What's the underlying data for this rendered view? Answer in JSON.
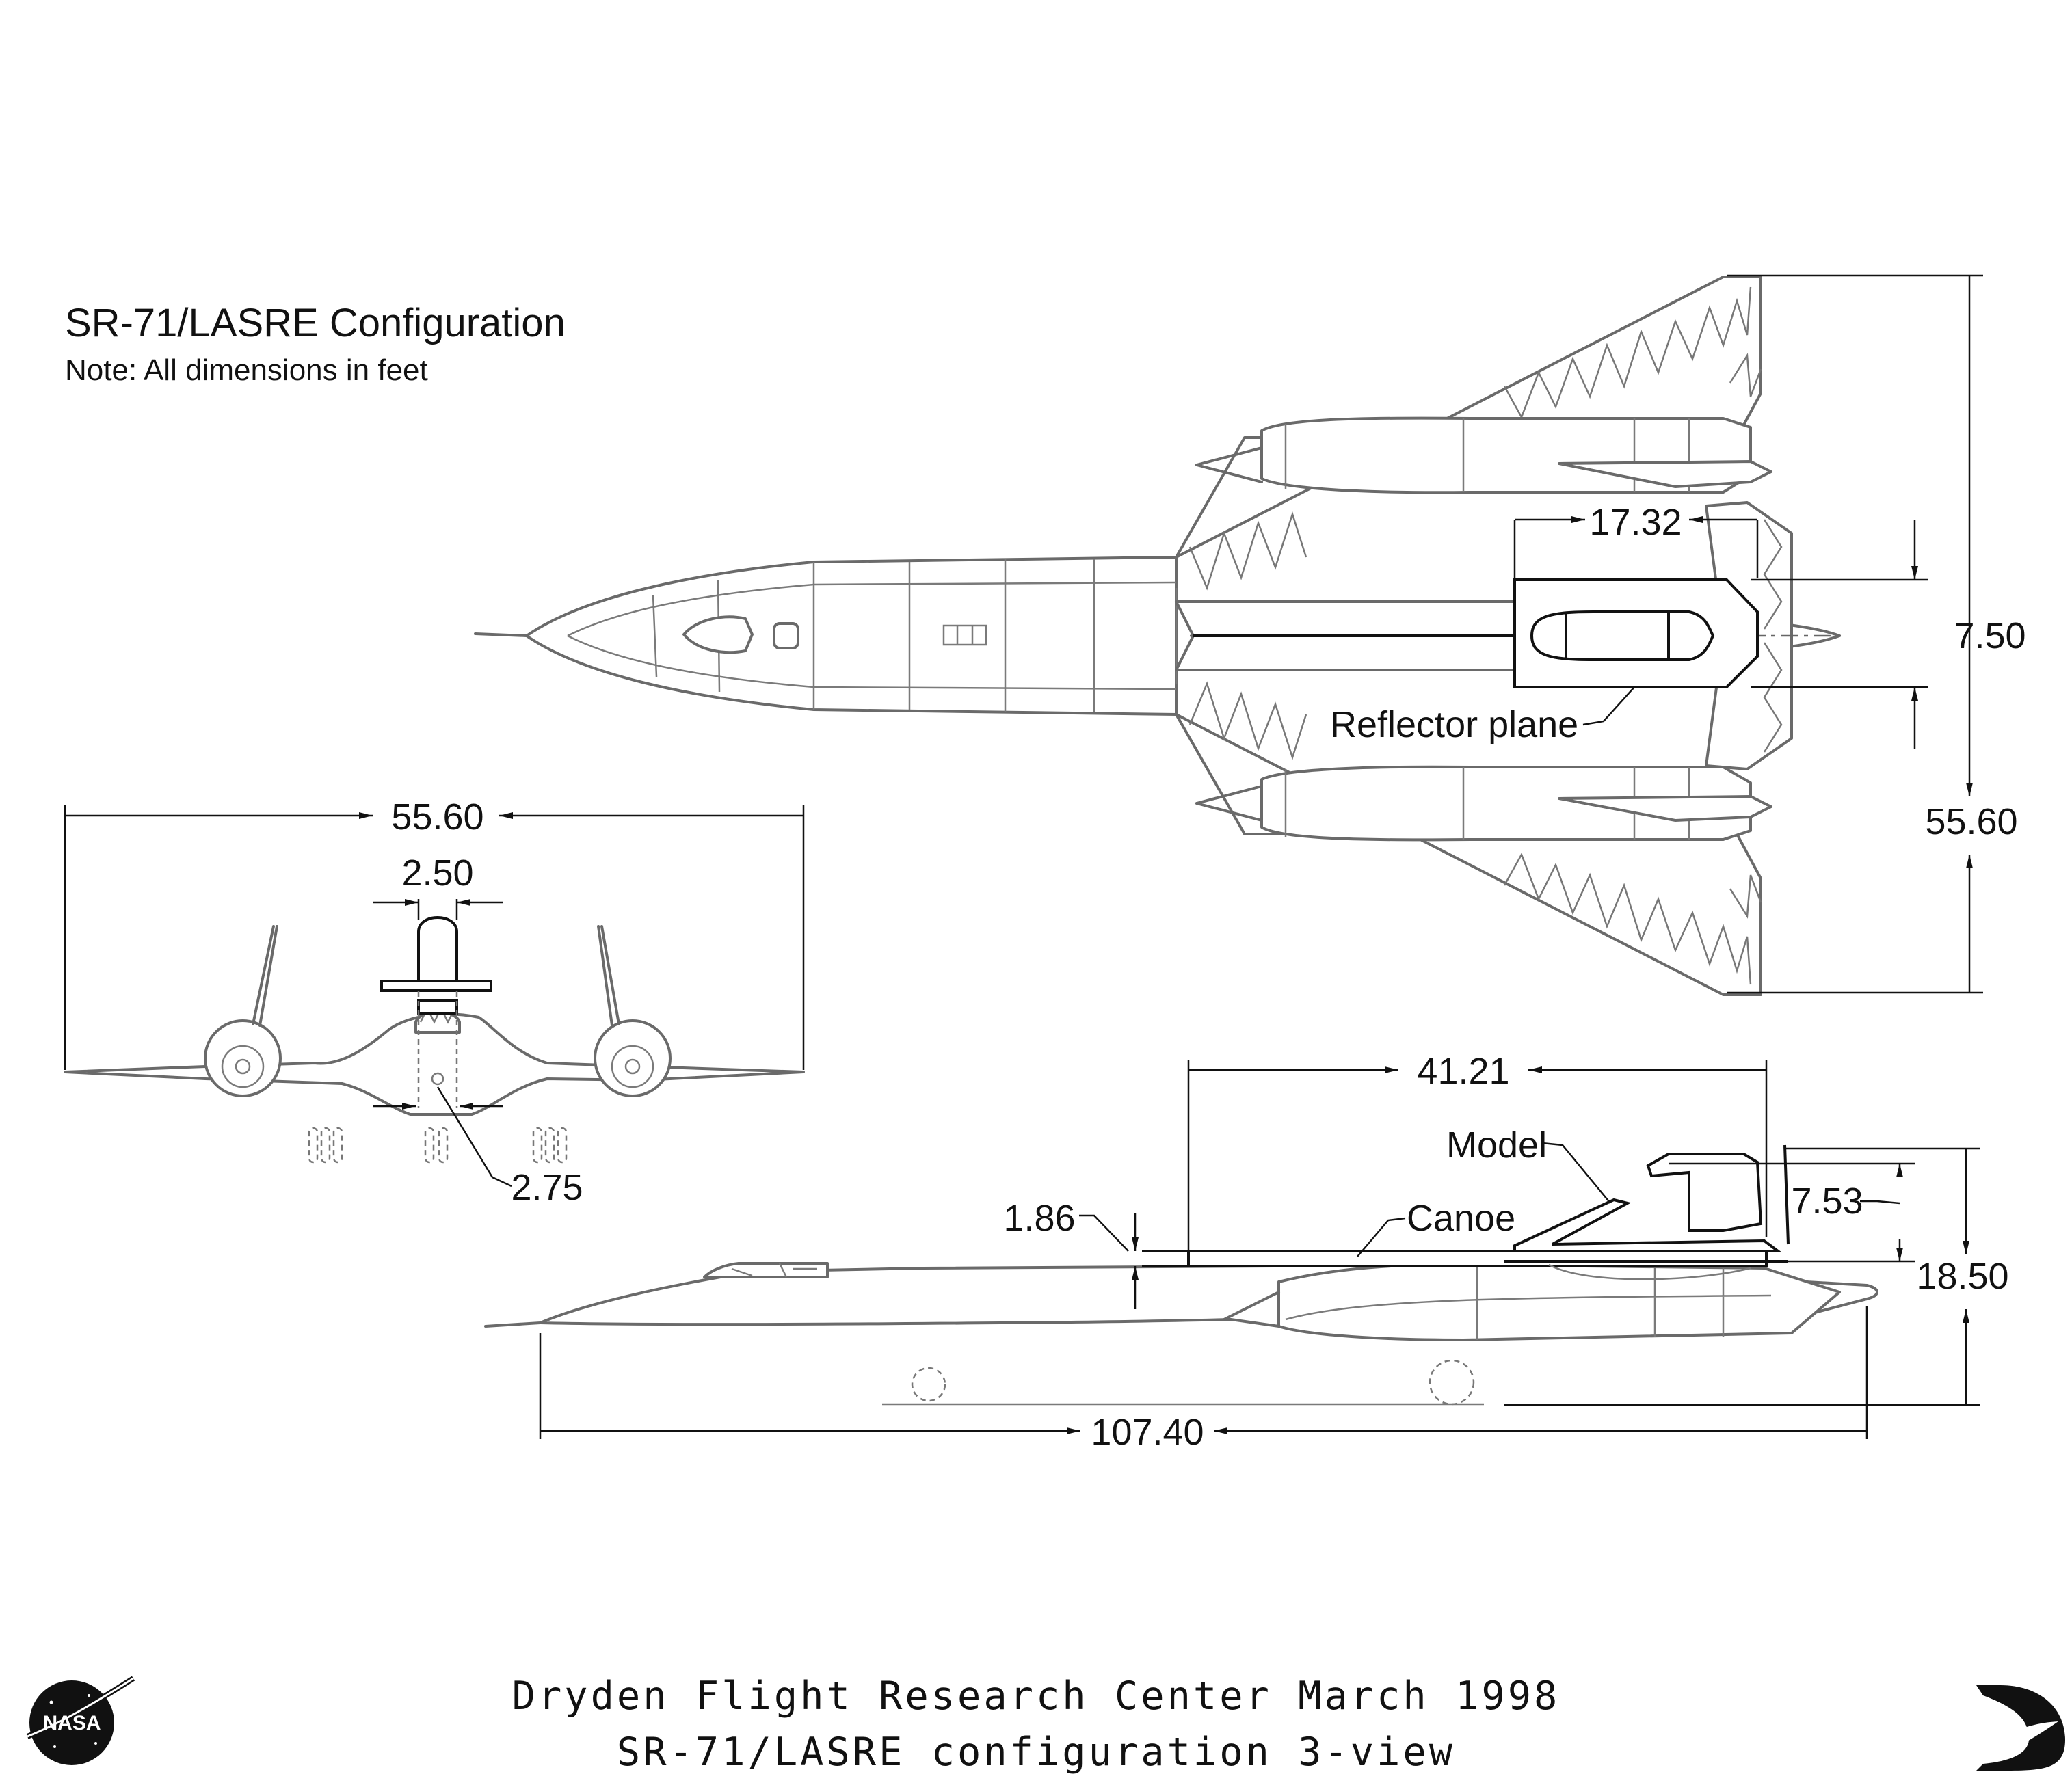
{
  "header": {
    "title": "SR-71/LASRE Configuration",
    "note": "Note:  All dimensions in feet"
  },
  "dimensions": {
    "top_length_model": "17.32",
    "top_model_width": "7.50",
    "top_span": "55.60",
    "front_span": "55.60",
    "front_model_width": "2.50",
    "front_canoe_width": "2.75",
    "side_canoe_length": "41.21",
    "side_canoe_height": "1.86",
    "side_model_height": "7.53",
    "side_total_height": "18.50",
    "side_total_length": "107.40"
  },
  "labels": {
    "reflector_plane": "Reflector plane",
    "model": "Model",
    "canoe": "Canoe"
  },
  "footer": {
    "line1": "Dryden Flight Research Center  March 1998",
    "line2": "SR-71/LASRE configuration 3-view"
  },
  "logos": {
    "nasa": "NASA",
    "nasa_icon": "nasa-meatball-icon",
    "dryden_icon": "dryden-logo-icon"
  }
}
